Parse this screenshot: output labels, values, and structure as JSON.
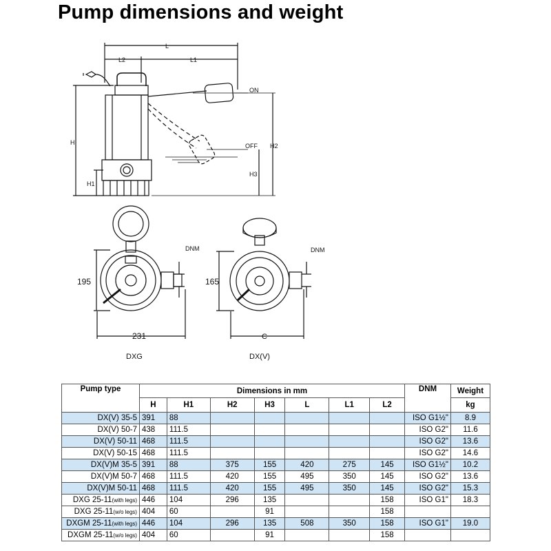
{
  "title": "Pump dimensions and weight",
  "drawing": {
    "dim_labels": {
      "L": "L",
      "L1": "L1",
      "L2": "L2",
      "H": "H",
      "H1": "H1",
      "H2": "H2",
      "H3": "H3",
      "on": "ON",
      "off": "OFF",
      "dnm_left": "DNM",
      "dnm_right": "DNM",
      "w195": "195",
      "w231": "231",
      "w165": "165",
      "c": "C",
      "model_left": "DXG",
      "model_right": "DX(V)"
    }
  },
  "table": {
    "headers": {
      "pump_type": "Pump type",
      "dimensions": "Dimensions in mm",
      "dnm": "DNM",
      "weight": "Weight",
      "weight_unit": "kg",
      "cols": [
        "H",
        "H1",
        "H2",
        "H3",
        "L",
        "L1",
        "L2"
      ]
    },
    "rows": [
      {
        "type": "DX(V) 35-5",
        "suffix": "",
        "H": "391",
        "H1": "88",
        "H2": "",
        "H3": "",
        "L": "",
        "L1": "",
        "L2": "",
        "DNM": "ISO G1½\"",
        "W": "8.9"
      },
      {
        "type": "DX(V) 50-7",
        "suffix": "",
        "H": "438",
        "H1": "111.5",
        "H2": "",
        "H3": "",
        "L": "",
        "L1": "",
        "L2": "",
        "DNM": "ISO G2\"",
        "W": "11.6"
      },
      {
        "type": "DX(V) 50-11",
        "suffix": "",
        "H": "468",
        "H1": "111.5",
        "H2": "",
        "H3": "",
        "L": "",
        "L1": "",
        "L2": "",
        "DNM": "ISO G2\"",
        "W": "13.6"
      },
      {
        "type": "DX(V) 50-15",
        "suffix": "",
        "H": "468",
        "H1": "111.5",
        "H2": "",
        "H3": "",
        "L": "",
        "L1": "",
        "L2": "",
        "DNM": "ISO G2\"",
        "W": "14.6"
      },
      {
        "type": "DX(V)M 35-5",
        "suffix": "",
        "H": "391",
        "H1": "88",
        "H2": "375",
        "H3": "155",
        "L": "420",
        "L1": "275",
        "L2": "145",
        "DNM": "ISO G1½\"",
        "W": "10.2"
      },
      {
        "type": "DX(V)M 50-7",
        "suffix": "",
        "H": "468",
        "H1": "111.5",
        "H2": "420",
        "H3": "155",
        "L": "495",
        "L1": "350",
        "L2": "145",
        "DNM": "ISO G2\"",
        "W": "13.6"
      },
      {
        "type": "DX(V)M 50-11",
        "suffix": "",
        "H": "468",
        "H1": "111.5",
        "H2": "420",
        "H3": "155",
        "L": "495",
        "L1": "350",
        "L2": "145",
        "DNM": "ISO G2\"",
        "W": "15.3"
      },
      {
        "type": "DXG 25-11",
        "suffix": "(with legs)",
        "H": "446",
        "H1": "104",
        "H2": "296",
        "H3": "135",
        "L": "",
        "L1": "",
        "L2": "158",
        "DNM": "ISO G1\"",
        "W": "18.3"
      },
      {
        "type": "DXG 25-11",
        "suffix": "(w/o legs)",
        "H": "404",
        "H1": "60",
        "H2": "",
        "H3": "91",
        "L": "",
        "L1": "",
        "L2": "158",
        "DNM": "",
        "W": ""
      },
      {
        "type": "DXGM 25-11",
        "suffix": "(with legs)",
        "H": "446",
        "H1": "104",
        "H2": "296",
        "H3": "135",
        "L": "508",
        "L1": "350",
        "L2": "158",
        "DNM": "ISO G1\"",
        "W": "19.0"
      },
      {
        "type": "DXGM 25-11",
        "suffix": "(w/o legs)",
        "H": "404",
        "H1": "60",
        "H2": "",
        "H3": "91",
        "L": "",
        "L1": "",
        "L2": "158",
        "DNM": "",
        "W": ""
      }
    ],
    "row_bands": [
      "band",
      "plain",
      "band",
      "plain",
      "band",
      "plain",
      "band",
      "plain",
      "plain",
      "band",
      "plain"
    ]
  }
}
